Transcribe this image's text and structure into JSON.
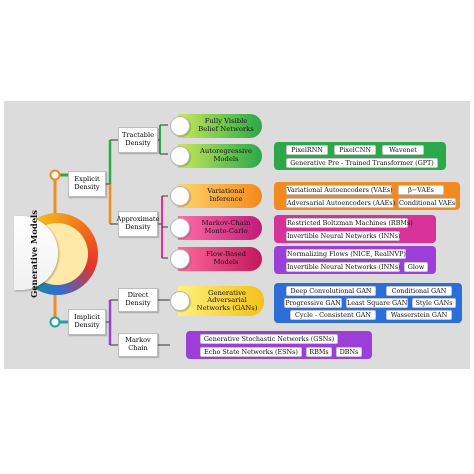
{
  "root": {
    "label": "Generative Models"
  },
  "branches": {
    "explicit": {
      "label": "Explicit Density"
    },
    "implicit": {
      "label": "Implicit Density"
    },
    "tractable": {
      "label": "Tractable Density"
    },
    "approximate": {
      "label": "Approximate Density"
    },
    "direct": {
      "label": "Direct Density"
    },
    "markov": {
      "label": "Markov Chain"
    }
  },
  "categories": {
    "fvbn": {
      "label": "Fully Visible Belief Networks",
      "color": "#2aa84a"
    },
    "autoreg": {
      "label": "Autoregressive Models",
      "color": "#2aa84a"
    },
    "vi": {
      "label": "Variational Inference",
      "color": "#f28a1e"
    },
    "mcmc": {
      "label": "Markov-Chain Monte-Carlo",
      "color": "#e0309a"
    },
    "flow": {
      "label": "Flow-Based Models",
      "color": "#d4246e"
    },
    "gan": {
      "label": "Generative Adversarial Networks (GANs)",
      "color": "#f2c21a"
    }
  },
  "items": {
    "autoreg": [
      "PixelRNN",
      "PixelCNN",
      "Wavenet",
      "Generative Pre - Trained Transformer (GPT)"
    ],
    "vi": [
      "Variational Autoencoders (VAEs)",
      "β−VAEs",
      "Adversarial Autoencoders (AAEs)",
      "Conditional VAEs"
    ],
    "mcmc": [
      "Restricted Boltzman Machines (RBMs)",
      "Invertible Neural Networks (INNs)"
    ],
    "flow": [
      "Normalizing Flows (NICE, RealNVP)",
      "Invertible Neural Networks (INNs)",
      "Glow"
    ],
    "gan": [
      "Deep Convolutional GAN",
      "Conditional GAN",
      "Progressive GAN",
      "Least Square GAN",
      "Style GANs",
      "Cycle - Consistent GAN",
      "Wasserstein GAN"
    ],
    "markov": [
      "Generative Stochastic Networks (GSNs)",
      "Echo State Networks (ESNs)",
      "RBMs",
      "DBNs"
    ]
  },
  "colors": {
    "green": "#2aa84a",
    "orange": "#f28a1e",
    "magenta": "#e0309a",
    "violet": "#9b3fd8",
    "yellow": "#f2c21a",
    "blue": "#2b6fd6"
  }
}
